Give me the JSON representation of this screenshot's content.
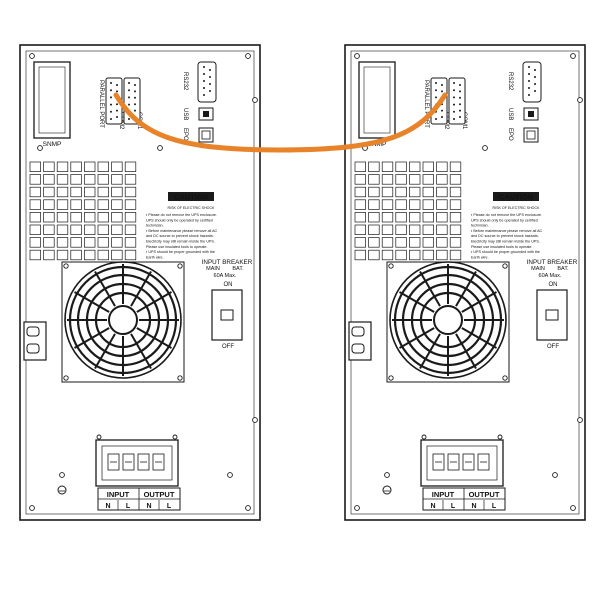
{
  "units": [
    {
      "id": "left",
      "snmp_label": "SNMP",
      "parallel_port_label": "PARALLEL PORT",
      "com1_label": "COM1",
      "com2_label": "COM2",
      "rs232_label": "RS232",
      "usb_label": "USB",
      "epo_label": "EPO",
      "caution_title": "CAUTION",
      "caution_subtitle": "RISK OF ELECTRIC SHOCK",
      "caution_lines": [
        "▪ Please do not remove the UPS enclosure.",
        "  UPS should only be operated by certified",
        "  technician.",
        "▪ Before maintenance please remove all AC",
        "  and DC source to prevent shock hazards.",
        "  Electricity may still remain inside the UPS.",
        "  Please use insulated tools to operate.",
        "▪ UPS should be proper grounded with the",
        "  Earth wire."
      ],
      "breaker_title": "INPUT BREAKER",
      "breaker_main": "MAIN",
      "breaker_bat": "BAT.",
      "breaker_rating": "60A Max.",
      "on_label": "ON",
      "off_label": "OFF",
      "input_label": "INPUT",
      "output_label": "OUTPUT",
      "terminal_labels": [
        "N",
        "L",
        "N",
        "L"
      ]
    },
    {
      "id": "right",
      "snmp_label": "SNMP",
      "parallel_port_label": "PARALLEL PORT",
      "com1_label": "COM1",
      "com2_label": "COM2",
      "rs232_label": "RS232",
      "usb_label": "USB",
      "epo_label": "EPO",
      "caution_title": "CAUTION",
      "caution_subtitle": "RISK OF ELECTRIC SHOCK",
      "caution_lines": [
        "▪ Please do not remove the UPS enclosure.",
        "  UPS should only be operated by certified",
        "  technician.",
        "▪ Before maintenance please remove all AC",
        "  and DC source to prevent shock hazards.",
        "  Electricity may still remain inside the UPS.",
        "  Please use insulated tools to operate.",
        "▪ UPS should be proper grounded with the",
        "  Earth wire."
      ],
      "breaker_title": "INPUT BREAKER",
      "breaker_main": "MAIN",
      "breaker_bat": "BAT.",
      "breaker_rating": "60A Max.",
      "on_label": "ON",
      "off_label": "OFF",
      "input_label": "INPUT",
      "output_label": "OUTPUT",
      "terminal_labels": [
        "N",
        "L",
        "N",
        "L"
      ]
    }
  ],
  "colors": {
    "line": "#1a1a1a",
    "cable": "#e8832a",
    "background": "#ffffff"
  }
}
